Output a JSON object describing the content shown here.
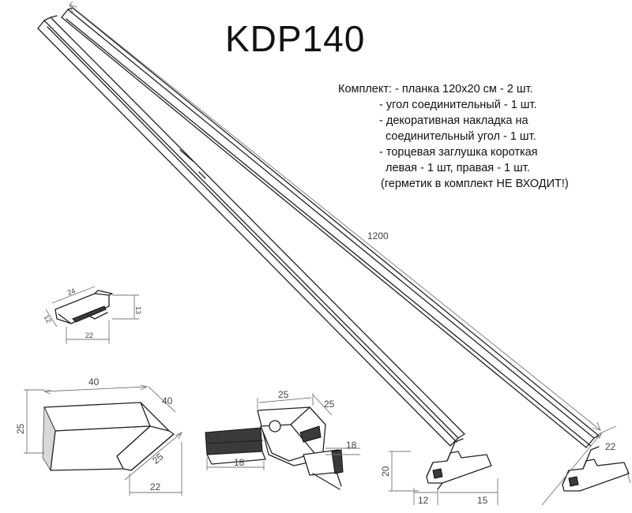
{
  "title": "KDP140",
  "kit": {
    "lines": [
      "Комплект: - планка 120x20 см - 2 шт.",
      "- угол соединительный - 1 шт.",
      "- декоративная накладка на",
      "соединительный угол - 1 шт.",
      "- торцевая заглушка короткая",
      "левая - 1 шт, правая - 1 шт.",
      "(герметик в комплект НЕ ВХОДИТ!)"
    ]
  },
  "dimensions": {
    "length": "1200",
    "end_cap": {
      "width": "24",
      "height": "13",
      "depth": "12",
      "base": "22"
    },
    "corner_piece": {
      "left": "25",
      "top": "40",
      "right": "40",
      "diag": "25",
      "bottom": "22"
    },
    "connector": {
      "top": "25",
      "right": "25",
      "left": "18",
      "bottom": "18"
    },
    "profile_left": {
      "height": "20",
      "base": "12",
      "width": "15"
    },
    "profile_right": {
      "height": "22"
    }
  }
}
